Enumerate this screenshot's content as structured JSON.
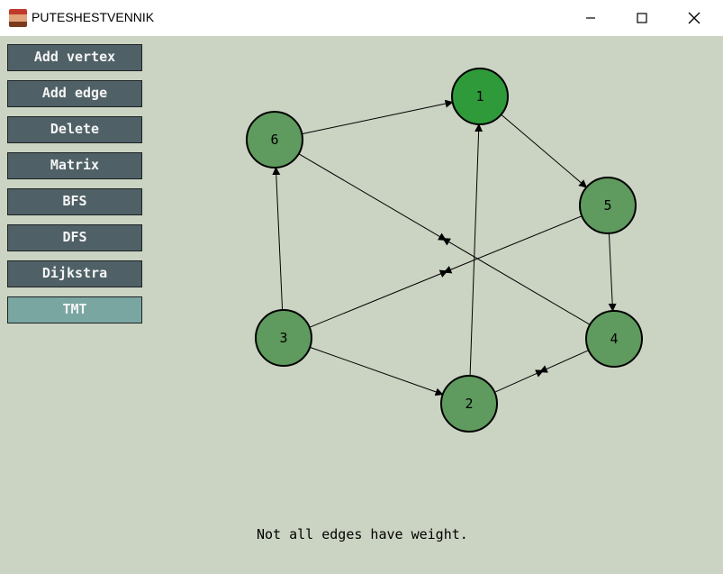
{
  "window": {
    "title": "PUTESHESTVENNIK",
    "controls": [
      "minimize",
      "maximize",
      "close"
    ]
  },
  "sidebar": {
    "buttons": [
      {
        "label": "Add vertex",
        "active": false
      },
      {
        "label": "Add edge",
        "active": false
      },
      {
        "label": "Delete",
        "active": false
      },
      {
        "label": "Matrix",
        "active": false
      },
      {
        "label": "BFS",
        "active": false
      },
      {
        "label": "DFS",
        "active": false
      },
      {
        "label": "Dijkstra",
        "active": false
      },
      {
        "label": "TMT",
        "active": true
      }
    ]
  },
  "graph": {
    "vertices": [
      {
        "id": "1",
        "color": "#2f9a3a"
      },
      {
        "id": "2",
        "color": "#5f9a5e"
      },
      {
        "id": "3",
        "color": "#5f9a5e"
      },
      {
        "id": "4",
        "color": "#5f9a5e"
      },
      {
        "id": "5",
        "color": "#5f9a5e"
      },
      {
        "id": "6",
        "color": "#5f9a5e"
      }
    ],
    "edges": [
      {
        "from": "6",
        "to": "1"
      },
      {
        "from": "1",
        "to": "5"
      },
      {
        "from": "5",
        "to": "4"
      },
      {
        "from": "3",
        "to": "6"
      },
      {
        "from": "2",
        "to": "1"
      },
      {
        "from": "3",
        "to": "2"
      },
      {
        "from": "6",
        "to": "4"
      },
      {
        "from": "4",
        "to": "6"
      },
      {
        "from": "3",
        "to": "5"
      },
      {
        "from": "5",
        "to": "3"
      },
      {
        "from": "2",
        "to": "4"
      },
      {
        "from": "4",
        "to": "2"
      }
    ]
  },
  "status": {
    "message": "Not all edges have weight."
  },
  "colors": {
    "background": "#cbd3c2",
    "button": "#4f6166",
    "button_active": "#7aa6a2"
  }
}
